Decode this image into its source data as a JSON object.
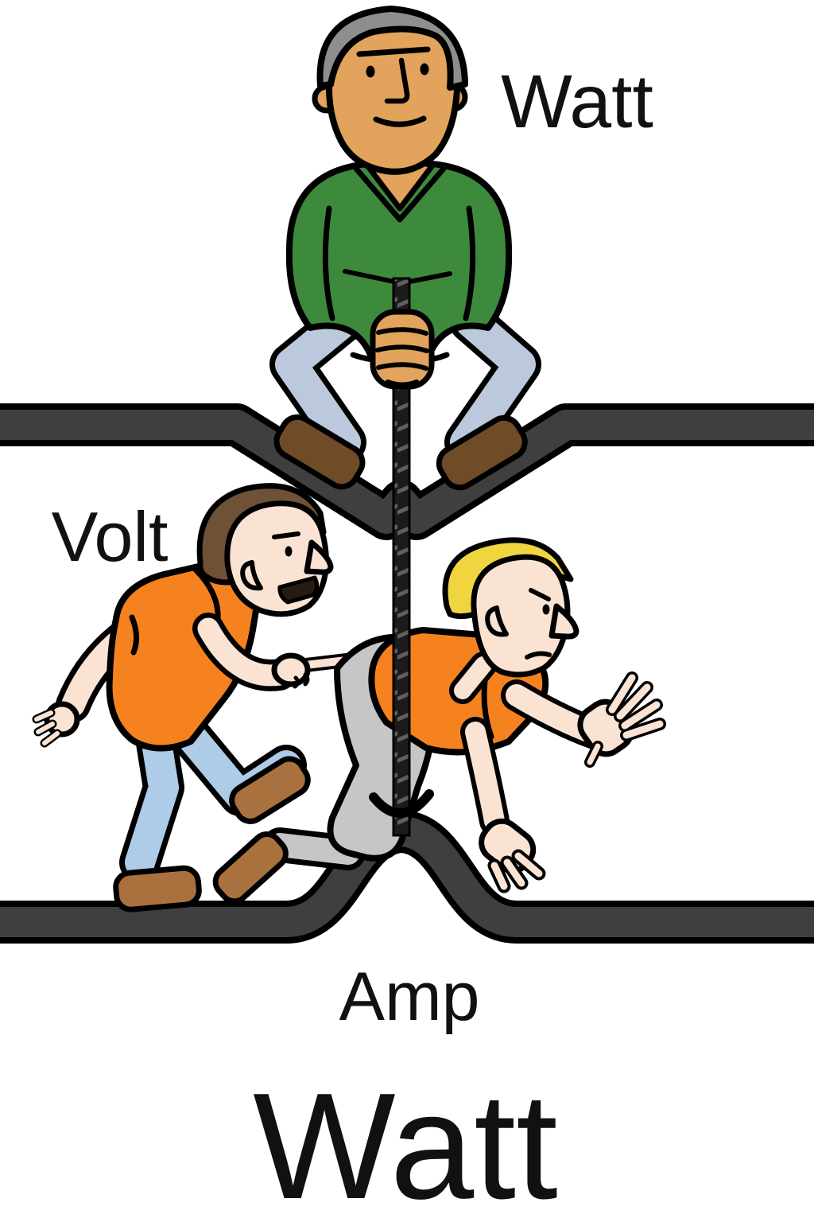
{
  "labels": {
    "watt_top": "Watt",
    "volt": "Volt",
    "amp": "Amp",
    "title": "Watt"
  },
  "colors": {
    "outline": "#000000",
    "background": "#ffffff",
    "wire": "#3f3f3f",
    "rope": "#1b1b1b",
    "rope-twist": "#5f5f5f",
    "skin-tan": "#e2a35c",
    "skin-pale": "#fbe3d4",
    "hair-gray": "#8e8e8e",
    "hair-brown": "#6f5137",
    "hair-blond": "#f0d53f",
    "sweater-green": "#3e8a3c",
    "shirt-orange": "#f5821e",
    "pants-blue": "#bcc8db",
    "jeans-blue": "#aecbe8",
    "pants-gray": "#c6c6c6",
    "shoe-dark": "#6f4b27",
    "shoe-brown": "#a9713d",
    "mouth-dark": "#241b12",
    "text": "#111111"
  }
}
